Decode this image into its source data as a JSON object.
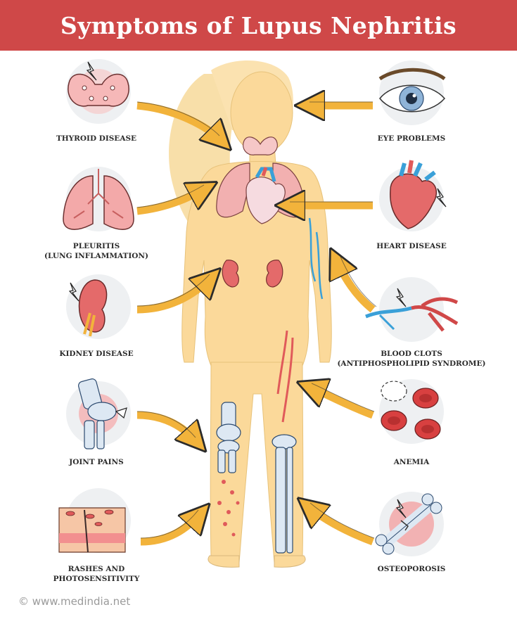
{
  "title": "Symptoms of Lupus Nephritis",
  "symptoms_left": [
    {
      "lines": [
        "THYROID DISEASE"
      ],
      "icon": "thyroid-icon"
    },
    {
      "lines": [
        "PLEURITIS",
        "(LUNG INFLAMMATION)"
      ],
      "icon": "lungs-icon"
    },
    {
      "lines": [
        "KIDNEY DISEASE"
      ],
      "icon": "kidney-icon"
    },
    {
      "lines": [
        "JOINT PAINS"
      ],
      "icon": "knee-joint-icon"
    },
    {
      "lines": [
        "RASHES AND",
        "PHOTOSENSITIVITY"
      ],
      "icon": "skin-rash-icon"
    }
  ],
  "symptoms_right": [
    {
      "lines": [
        "EYE PROBLEMS"
      ],
      "icon": "eye-icon"
    },
    {
      "lines": [
        "HEART DISEASE"
      ],
      "icon": "heart-icon"
    },
    {
      "lines": [
        "BLOOD CLOTS",
        "(ANTIPHOSPHOLIPID SYNDROME)"
      ],
      "icon": "blood-vessels-icon"
    },
    {
      "lines": [
        "ANEMIA"
      ],
      "icon": "red-blood-cells-icon"
    },
    {
      "lines": [
        "OSTEOPOROSIS"
      ],
      "icon": "bone-icon"
    }
  ],
  "footer": "©  www.medindia.net",
  "colors": {
    "title_bar": "#cf4848",
    "arrow": "#f2b33b",
    "body": "#fbd99a",
    "organ_red": "#e05a5a",
    "bone": "#d9e6f2",
    "vein_blue": "#3aa0d8"
  }
}
